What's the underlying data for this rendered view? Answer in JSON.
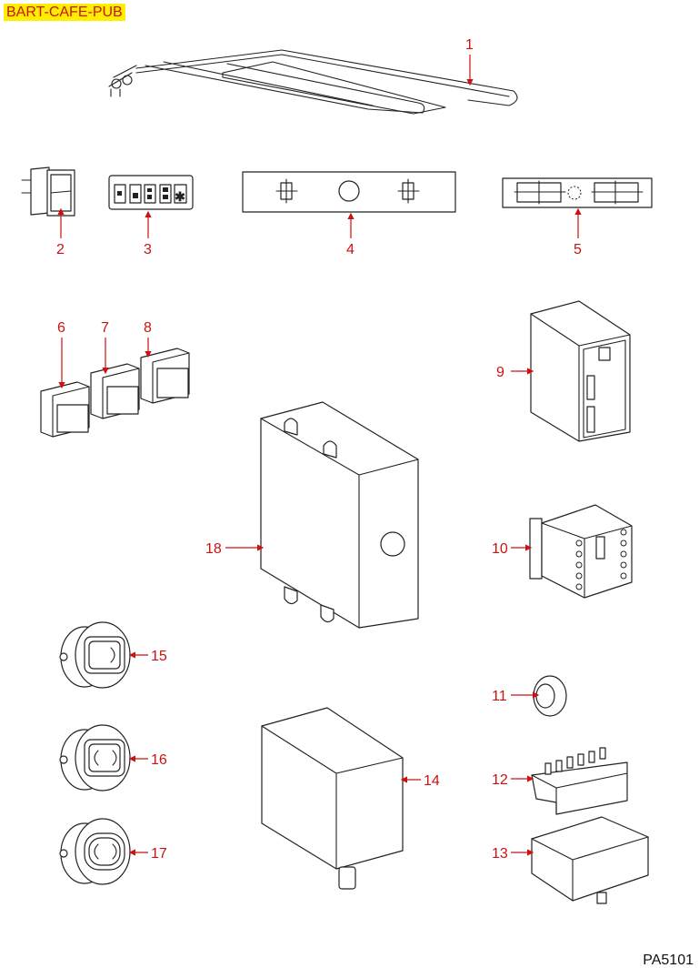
{
  "header": {
    "brand": "BART-CAFE-PUB"
  },
  "footer": {
    "document_code": "PA5101"
  },
  "colors": {
    "callout": "#cc1111",
    "brand_bg": "#ffee00",
    "line": "#222222"
  },
  "parts": [
    {
      "ref": "1",
      "component": "heating-element"
    },
    {
      "ref": "2",
      "component": "rocker-switch"
    },
    {
      "ref": "3",
      "component": "keypad-membrane"
    },
    {
      "ref": "4",
      "component": "panel-plate-round"
    },
    {
      "ref": "5",
      "component": "panel-plate-double"
    },
    {
      "ref": "6",
      "component": "push-button"
    },
    {
      "ref": "7",
      "component": "push-button"
    },
    {
      "ref": "8",
      "component": "push-button"
    },
    {
      "ref": "9",
      "component": "relay"
    },
    {
      "ref": "10",
      "component": "contactor"
    },
    {
      "ref": "11",
      "component": "grommet"
    },
    {
      "ref": "12",
      "component": "terminal-block-cover"
    },
    {
      "ref": "13",
      "component": "box-base"
    },
    {
      "ref": "14",
      "component": "capacitor-box"
    },
    {
      "ref": "15",
      "component": "pilot-lamp"
    },
    {
      "ref": "16",
      "component": "pilot-lamp-double"
    },
    {
      "ref": "17",
      "component": "pilot-lamp-double-oval"
    },
    {
      "ref": "18",
      "component": "control-box"
    }
  ]
}
